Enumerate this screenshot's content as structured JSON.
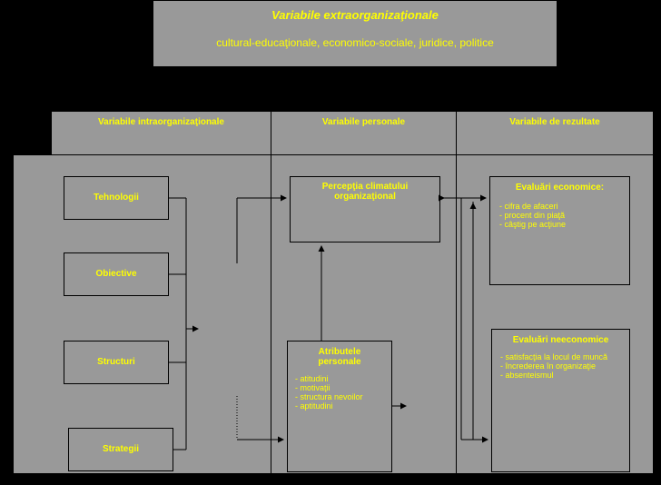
{
  "top": {
    "title": "Variabile extraorganizaţionale",
    "subtitle": "cultural-educaţionale, economico-sociale, juridice, politice"
  },
  "columns": {
    "intra": "Variabile intraorganizaţionale",
    "personal": "Variabile personale",
    "results": "Variabile de rezultate"
  },
  "intra_items": [
    "Tehnologii",
    "Obiective",
    "Structuri",
    "Strategii"
  ],
  "climate": {
    "line1": "Percepţia climatului",
    "line2": "organizaţional"
  },
  "attributes": {
    "line1": "Atributele",
    "line2": "personale",
    "items": [
      "- atitudini",
      "- motivaţii",
      "- structura    nevoilor",
      "- aptitudini"
    ]
  },
  "economic": {
    "title": "Evaluări economice:",
    "items": [
      "- cifra de afaceri",
      "- procent din piaţă",
      "- câştig pe acţiune"
    ]
  },
  "noneconomic": {
    "title": "Evaluări neeconomice",
    "items": [
      "- satisfacţia  la locul de muncă",
      "- încrederea în organizaţie",
      "- absenteismul"
    ]
  },
  "colors": {
    "box": "#999999",
    "text": "#ffff00",
    "background": "#000000",
    "line": "#000000"
  }
}
